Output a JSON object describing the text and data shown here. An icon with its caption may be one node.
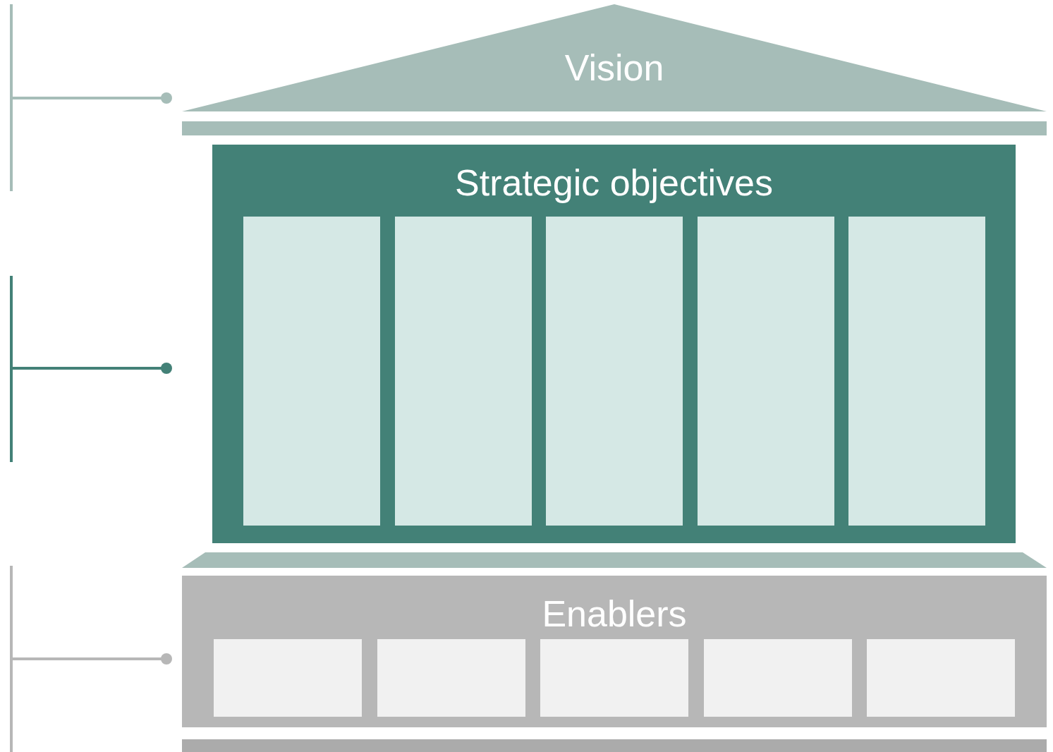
{
  "diagram": {
    "nodes": [
      {
        "text": [
          "Vision"
        ]
      },
      {
        "text": [],
        "shape": "bar"
      },
      {
        "text": [
          "Strategic objectives"
        ]
      },
      {
        "text": [],
        "shape": "box",
        "in": 2
      },
      {
        "text": [],
        "shape": "box",
        "in": 2
      },
      {
        "text": [],
        "shape": "box",
        "in": 2
      },
      {
        "text": [],
        "shape": "box",
        "in": 2
      },
      {
        "text": [],
        "shape": "box",
        "in": 2
      },
      {
        "text": [],
        "shape": "bar"
      },
      {
        "text": [
          "Enablers"
        ]
      },
      {
        "text": [],
        "shape": "box",
        "in": 9
      },
      {
        "text": [],
        "shape": "box",
        "in": 9
      },
      {
        "text": [],
        "shape": "box",
        "in": 9
      },
      {
        "text": [],
        "shape": "box",
        "in": 9
      },
      {
        "text": [],
        "shape": "box",
        "in": 9
      },
      {
        "text": [],
        "shape": "bar"
      }
    ]
  }
}
